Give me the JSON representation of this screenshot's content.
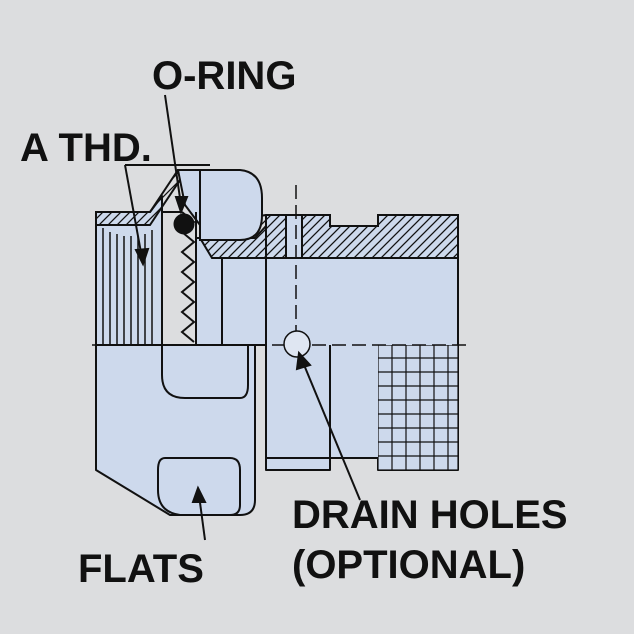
{
  "labels": {
    "o_ring": "O-RING",
    "a_thread": "A THD.",
    "drain_holes_line1": "DRAIN HOLES",
    "drain_holes_line2": "(OPTIONAL)",
    "flats": "FLATS"
  },
  "colors": {
    "background": "#dcdddf",
    "part_fill": "#cdd9ec",
    "line": "#111111",
    "o_ring_fill": "#111111"
  }
}
